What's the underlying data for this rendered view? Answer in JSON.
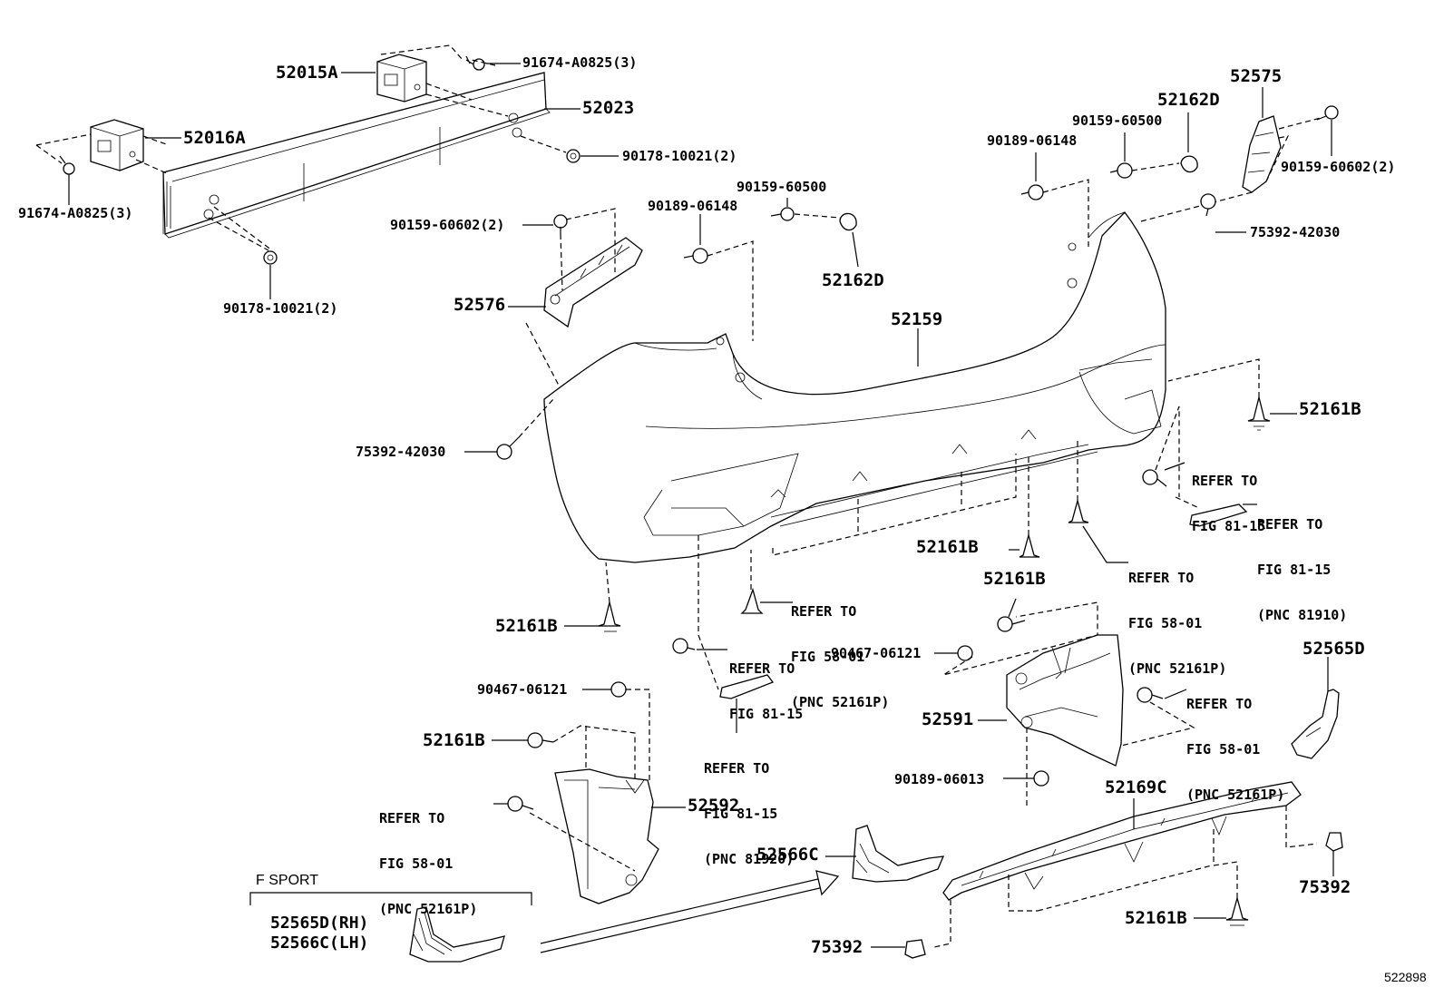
{
  "diagram_id": "522898",
  "section_label": "F SPORT",
  "labels": {
    "p52015A": "52015A",
    "p91674_top": "91674-A0825(3)",
    "p52023": "52023",
    "p52016A": "52016A",
    "p90178_top": "90178-10021(2)",
    "p91674_left": "91674-A0825(3)",
    "p90159_60602_left": "90159-60602(2)",
    "p90178_left": "90178-10021(2)",
    "p52576": "52576",
    "p90189_06148_mid": "90189-06148",
    "p90159_60500_mid": "90159-60500",
    "p52162D_mid": "52162D",
    "p90189_06148_right": "90189-06148",
    "p90159_60500_right": "90159-60500",
    "p52162D_right": "52162D",
    "p52575": "52575",
    "p90159_60602_right": "90159-60602(2)",
    "p75392_42030_right": "75392-42030",
    "p52159": "52159",
    "p75392_42030_left": "75392-42030",
    "p52161B_r1": "52161B",
    "p52161B_c1": "52161B",
    "p52161B_c2": "52161B",
    "p52161B_l1": "52161B",
    "p90467_06121_mid": "90467-06121",
    "p90467_06121_left": "90467-06121",
    "p52161B_l2": "52161B",
    "p52592": "52592",
    "p52591": "52591",
    "p90189_06013": "90189-06013",
    "p52169C": "52169C",
    "p52565D": "52565D",
    "p52566C": "52566C",
    "p75392_r": "75392",
    "p52161B_b": "52161B",
    "p75392_b": "75392",
    "fsport_1": "52565D(RH)",
    "fsport_2": "52566C(LH)"
  },
  "refers": {
    "r1": [
      "REFER TO",
      "FIG 81-15"
    ],
    "r2": [
      "REFER TO",
      "FIG 81-15",
      "(PNC 81910)"
    ],
    "r3": [
      "REFER TO",
      "FIG 58-01",
      "(PNC 52161P)"
    ],
    "r4": [
      "REFER TO",
      "FIG 58-01",
      "(PNC 52161P)"
    ],
    "r5": [
      "REFER TO",
      "FIG 81-15"
    ],
    "r6": [
      "REFER TO",
      "FIG 58-01",
      "(PNC 52161P)"
    ],
    "r7": [
      "REFER TO",
      "FIG 81-15",
      "(PNC 81920)"
    ],
    "r8": [
      "REFER TO",
      "FIG 58-01",
      "(PNC 52161P)"
    ]
  }
}
